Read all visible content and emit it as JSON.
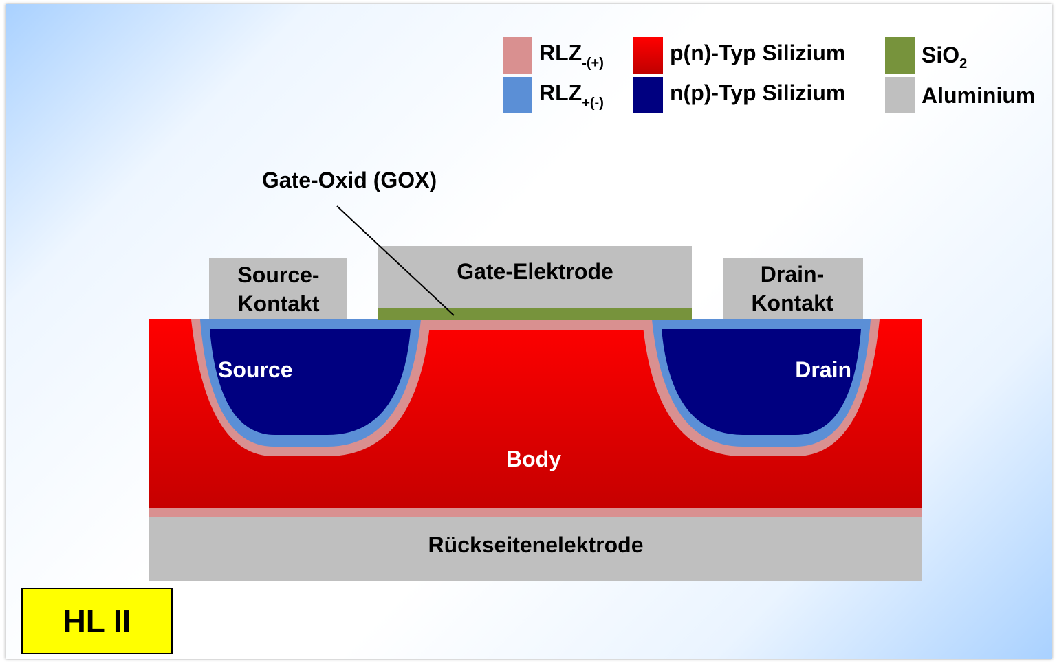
{
  "legend": {
    "items": [
      {
        "id": "rlz-neg",
        "text": "RLZ",
        "sub": "-(+)",
        "color": "#d99090"
      },
      {
        "id": "rlz-pos",
        "text": "RLZ",
        "sub": "+(-)",
        "color": "#5b8fd6"
      },
      {
        "id": "p-si",
        "text": "p(n)-Typ Silizium",
        "sub": "",
        "color": "#ee0000"
      },
      {
        "id": "n-si",
        "text": "n(p)-Typ Silizium",
        "sub": "",
        "color": "#000080"
      },
      {
        "id": "sio2",
        "text": "SiO",
        "sub": "2",
        "color": "#77933c"
      },
      {
        "id": "alu",
        "text": "Aluminium",
        "sub": "",
        "color": "#bfbfbf"
      }
    ]
  },
  "labels": {
    "gate_oxide": "Gate-Oxid (GOX)",
    "gate_electrode": "Gate-Elektrode",
    "source_contact_line1": "Source-",
    "source_contact_line2": "Kontakt",
    "drain_contact_line1": "Drain-",
    "drain_contact_line2": "Kontakt",
    "source": "Source",
    "drain": "Drain",
    "body": "Body",
    "back_electrode": "Rückseitenelektrode"
  },
  "badge": "HL II"
}
